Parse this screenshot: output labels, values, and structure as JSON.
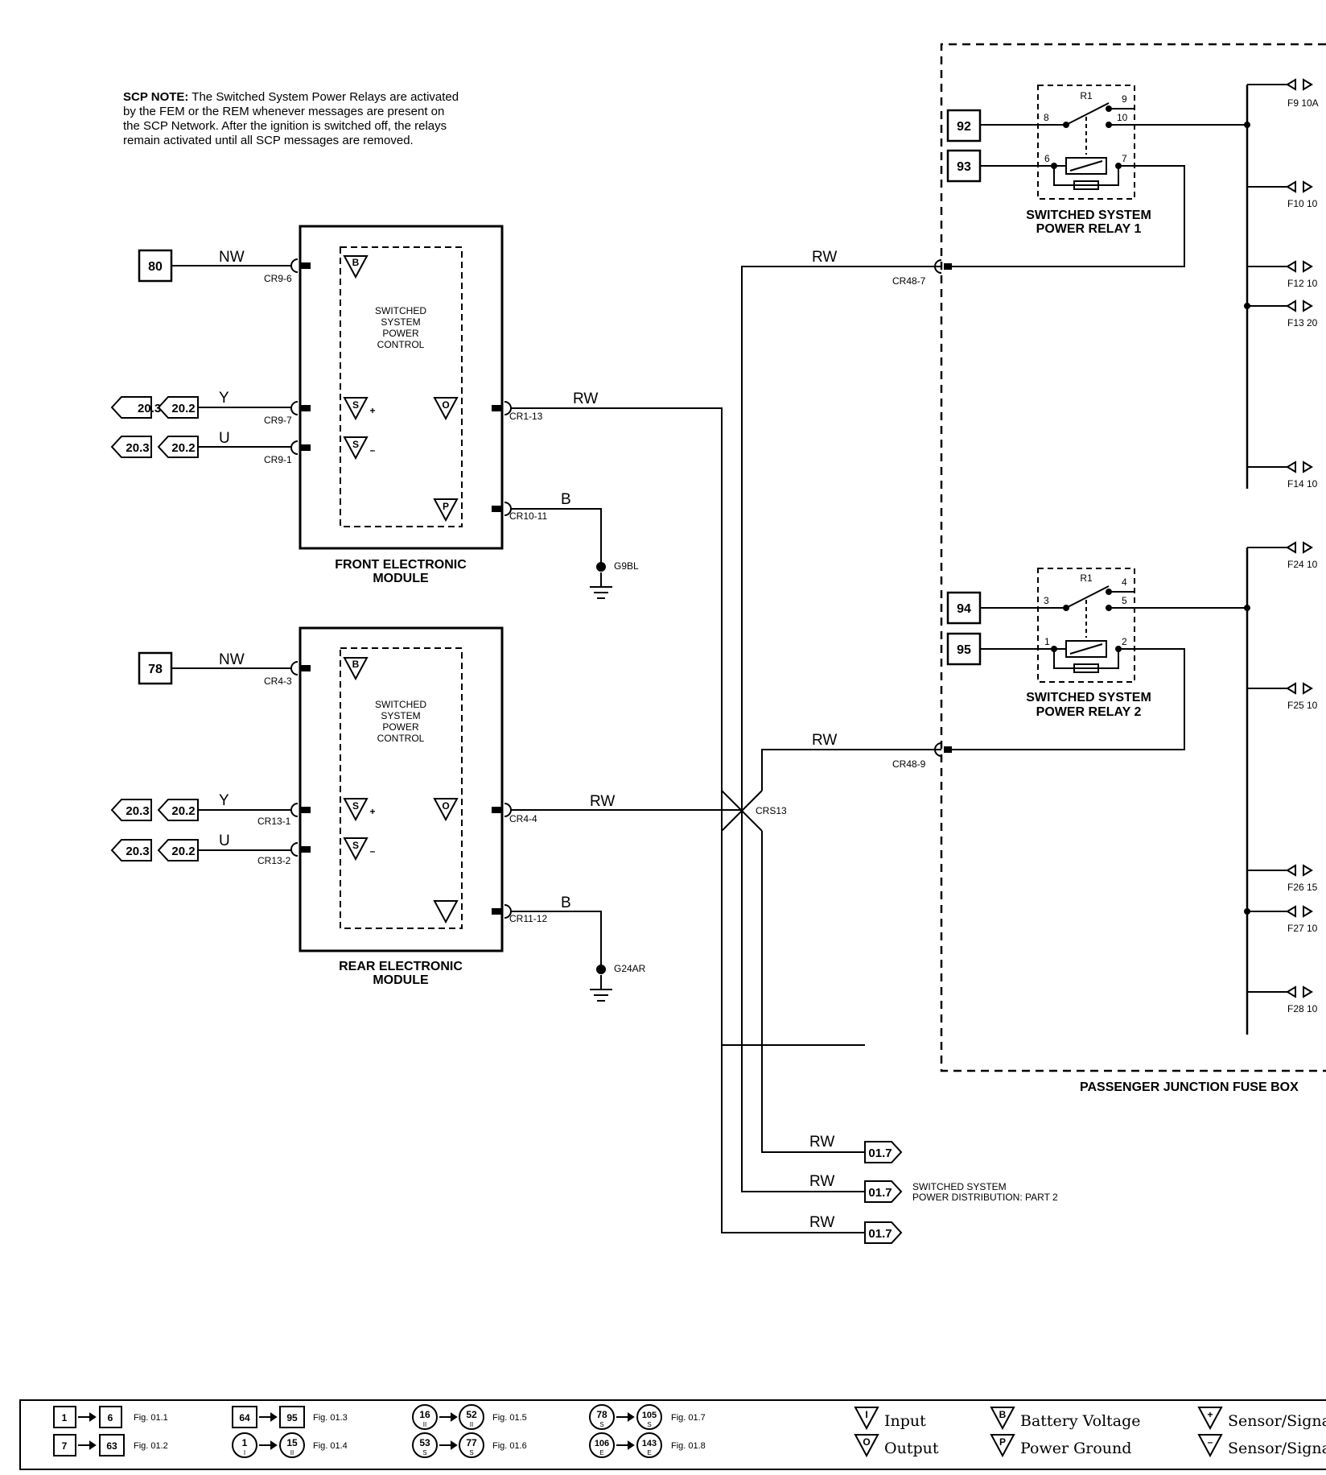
{
  "note": {
    "bold": "SCP NOTE:",
    "lines": [
      " The Switched System Power Relays are activated",
      "by the FEM or the REM whenever messages are present on",
      "the SCP Network. After the ignition is switched off, the relays",
      "remain activated until all SCP messages are removed."
    ]
  },
  "fem": {
    "title1": "FRONT ELECTRONIC",
    "title2": "MODULE",
    "ctrl": [
      "SWITCHED",
      "SYSTEM",
      "POWER",
      "CONTROL"
    ],
    "pin_b": "CR9-6",
    "pin_sp": "CR9-7",
    "pin_sm": "CR9-1",
    "pin_o": "CR1-13",
    "pin_p": "CR10-11",
    "ref_in": "80",
    "wire_in": "NW",
    "wire_y": "Y",
    "wire_u": "U",
    "wire_o": "RW",
    "wire_p": "B",
    "ground": "G9BL"
  },
  "rem": {
    "title1": "REAR ELECTRONIC",
    "title2": "MODULE",
    "ctrl": [
      "SWITCHED",
      "SYSTEM",
      "POWER",
      "CONTROL"
    ],
    "pin_b": "CR4-3",
    "pin_sp": "CR13-1",
    "pin_sm": "CR13-2",
    "pin_o": "CR4-4",
    "pin_p": "CR11-12",
    "ref_in": "78",
    "wire_in": "NW",
    "wire_y": "Y",
    "wire_u": "U",
    "wire_o": "RW",
    "wire_p": "B",
    "ground": "G24AR"
  },
  "refs": {
    "a": "20.3",
    "b": "20.2",
    "out": "01.7"
  },
  "signs": {
    "B": "B",
    "S": "S",
    "O": "O",
    "P": "P",
    "plus": "+",
    "minus": "–"
  },
  "splice": "CRS13",
  "relay1": {
    "title1": "SWITCHED SYSTEM",
    "title2": "POWER RELAY 1",
    "name": "R1",
    "pins": [
      "8",
      "9",
      "10",
      "6",
      "7"
    ],
    "ref_a": "92",
    "ref_b": "93",
    "pin_in": "CR48-7",
    "wire": "RW"
  },
  "relay2": {
    "title1": "SWITCHED SYSTEM",
    "title2": "POWER RELAY 2",
    "name": "R1",
    "pins": [
      "3",
      "4",
      "5",
      "1",
      "2"
    ],
    "ref_a": "94",
    "ref_b": "95",
    "pin_in": "CR48-9",
    "wire": "RW"
  },
  "fusebox": "PASSENGER JUNCTION FUSE BOX",
  "fuses": [
    "F9 10A",
    "F10 10",
    "F12 10",
    "F13 20",
    "F14 10",
    "F24 10",
    "F25 10",
    "F26 15",
    "F27 10",
    "F28 10"
  ],
  "outputs": {
    "wire": "RW",
    "note1": "SWITCHED SYSTEM",
    "note2": "POWER DISTRIBUTION: PART 2"
  },
  "legend": {
    "ranges": [
      {
        "from": "1",
        "to": "6",
        "fig": "Fig. 01.1"
      },
      {
        "from": "7",
        "to": "63",
        "fig": "Fig. 01.2"
      },
      {
        "from": "64",
        "to": "95",
        "fig": "Fig. 01.3"
      },
      {
        "from": "1",
        "to": "15",
        "fig": "Fig. 01.4"
      },
      {
        "from": "16",
        "to": "52",
        "fig": "Fig. 01.5"
      },
      {
        "from": "53",
        "to": "77",
        "fig": "Fig. 01.6"
      },
      {
        "from": "78",
        "to": "105",
        "fig": "Fig. 01.7"
      },
      {
        "from": "106",
        "to": "143",
        "fig": "Fig. 01.8"
      }
    ],
    "subs": [
      "I",
      "II",
      "II",
      "II",
      "S",
      "S",
      "E",
      "E"
    ],
    "sym": {
      "input": "I",
      "output": "O",
      "batt": "B",
      "pground": "P",
      "plus": "+",
      "minus": "–"
    },
    "keys": {
      "input": "Input",
      "output": "Output",
      "batt": "Battery Voltage",
      "pground": "Power Ground",
      "sensor1": "Sensor/Signal",
      "sensor2": "Sensor/Signal"
    }
  }
}
